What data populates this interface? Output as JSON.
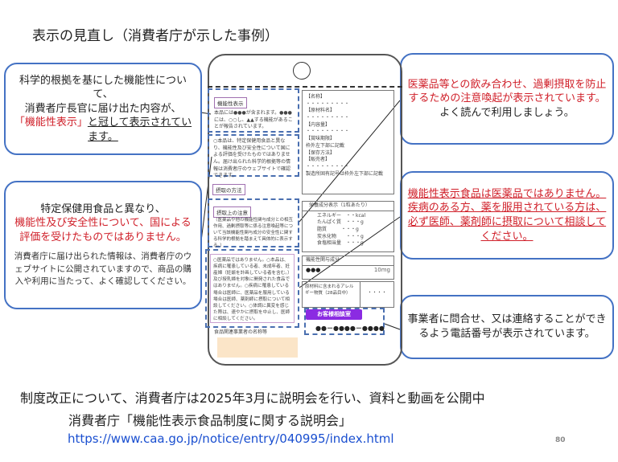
{
  "title": "表示の見直し（消費者庁が示した事例）",
  "callouts": {
    "left1": {
      "line1": "科学的根拠を基にした機能性について、",
      "line2": "消費者庁長官に届け出た内容が、",
      "highlight": "「機能性表示」",
      "rest": "と冠して表示されています。"
    },
    "left2": {
      "line1": "特定保健用食品と異なり、",
      "red": "機能性及び安全性について、国による評価を受けたものではありません。",
      "small": "消費者庁に届け出られた情報は、消費者庁のウェブサイトに公開されていますので、商品の購入や利用に当たって、よく確認してください。"
    },
    "right1": {
      "red": "医薬品等との飲み合わせ、過剰摂取を防止するための注意喚起が表示されています。",
      "black": "よく読んで利用しましょう。"
    },
    "right2": {
      "red": "機能性表示食品は医薬品ではありません。疾病のある方、薬を服用されている方は、必ず医師、薬剤師に摂取について相談してください。"
    },
    "right3": {
      "text": "事業者に問合せ、又は連絡することができるよう電話番号が表示されています。"
    }
  },
  "label": {
    "func_title": "機能性表示",
    "func_text": "本品には●●●が含まれます。●●●には、○○し、▲▲する機能があることが報告されています。",
    "notice_text": "○本品は、特定保健用食品と異なり、機能性及び安全性について国による評価を受けたものではありません。届け出られた科学的根拠等の情報は消費者庁のウェブサイトで確認できます。",
    "intake_method": "摂取の方法",
    "intake_caution": "摂取上の注意",
    "caution_text": "（医薬品や他の機能性関与成分との相互作用、過剰摂取等に係る注意喚起等について当該機能性関与成分の安全性に関する科学的根拠を踏まえて具体的に表示する。）",
    "warning_text": "○医薬品ではありません。○本品は、疾病に罹患している者、未成年者、妊産婦（妊娠を計画している者を含む。）及び授乳婦を対象に開発された食品ではありません。○疾病に罹患している場合は医師に、医薬品を服用している場合は医師、薬剤師に摂取について相談してください。○体調に異変を感じた際は、速やかに摂取を中止し、医師に相談してください。",
    "maker_line": "食品関連事業者の名称等",
    "info": [
      "【名称】",
      "【原材料名】",
      "【内容量】",
      "【賞味期限】",
      "枠外左下部に記載",
      "【保存方法】",
      "【販売者】",
      "製造所固有記号は枠外左下部に記載"
    ],
    "nutrition_title": "栄養成分表示（1粒あたり）",
    "nutrition": [
      "エネルギー　・・kcal",
      "たんぱく質　・・・g",
      "脂質　　　・・・g",
      "炭水化物　　・・・g",
      "食塩相当量　・・・g"
    ],
    "func_component_title": "機能性関与成分",
    "func_component_name": "●●●",
    "func_component_value": "10mg",
    "allergen_label": "原材料に含まれるアレルギー物質（28品目中）",
    "allergen_value": "・・・・",
    "contact_button": "お客様相談室",
    "phone": "●●－●●●●－●●●●"
  },
  "bottom": {
    "line1": "制度改正について、消費者庁は2025年3月に説明会を行い、資料と動画を公開中",
    "line2": "消費者庁「機能性表示食品制度に関する説明会」",
    "link": "https://www.caa.go.jp/notice/entry/040995/index.html",
    "page": "80"
  }
}
